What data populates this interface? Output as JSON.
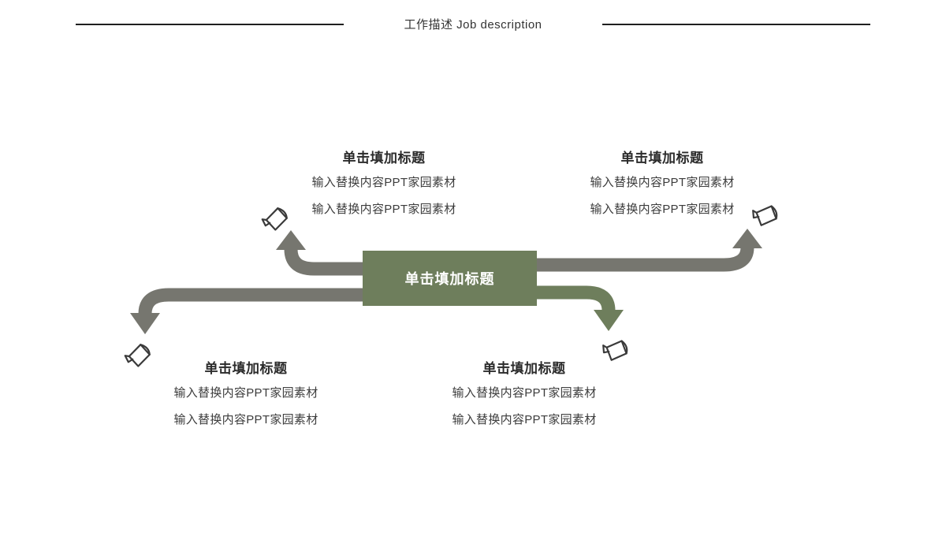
{
  "header": {
    "title": "工作描述 Job description"
  },
  "center": {
    "title": "单击填加标题"
  },
  "branches": [
    {
      "position": "top-left",
      "title": "单击填加标题",
      "lines": [
        "输入替换内容PPT家园素材",
        "输入替换内容PPT家园素材"
      ]
    },
    {
      "position": "top-right",
      "title": "单击填加标题",
      "lines": [
        "输入替换内容PPT家园素材",
        "输入替换内容PPT家园素材"
      ]
    },
    {
      "position": "bottom-left",
      "title": "单击填加标题",
      "lines": [
        "输入替换内容PPT家园素材",
        "输入替换内容PPT家园素材"
      ]
    },
    {
      "position": "bottom-right",
      "title": "单击填加标题",
      "lines": [
        "输入替换内容PPT家园素材",
        "输入替换内容PPT家园素材"
      ]
    }
  ],
  "icons": [
    {
      "name": "megaphone-icon"
    },
    {
      "name": "megaphone-icon"
    },
    {
      "name": "megaphone-icon"
    },
    {
      "name": "megaphone-icon"
    }
  ],
  "colors": {
    "accent_green": "#6e7e5c",
    "arrow_gray": "#76766f",
    "line_dark": "#1f1f1f",
    "title_text": "#2b2b2b",
    "body_text": "#3c3c3c",
    "center_text": "#ffffff",
    "icon_stroke": "#3a3a3a"
  }
}
